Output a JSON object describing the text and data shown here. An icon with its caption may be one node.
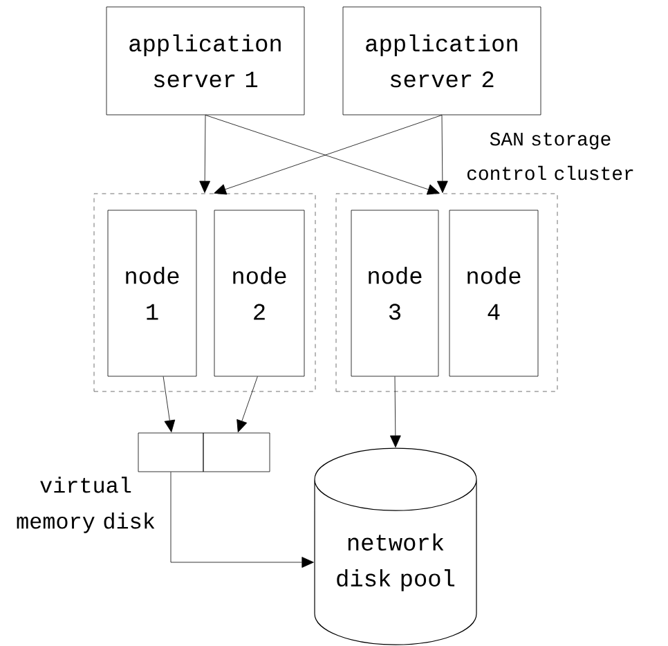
{
  "diagram": {
    "nodes": [
      {
        "text": [
          "application server 1"
        ]
      },
      {
        "text": [
          "application server 2"
        ]
      },
      {
        "text": [],
        "shape": "box"
      },
      {
        "text": [
          "node 1"
        ],
        "in": 2
      },
      {
        "text": [
          "node 2"
        ],
        "in": 2
      },
      {
        "text": [],
        "shape": "box"
      },
      {
        "text": [
          "node 3"
        ],
        "in": 5
      },
      {
        "text": [
          "node 4"
        ],
        "in": 5
      },
      {
        "text": [],
        "shape": "box"
      },
      {
        "text": [],
        "shape": "box"
      },
      {
        "text": [
          "network disk pool"
        ]
      }
    ],
    "edges": [
      {
        "from": 0,
        "to": 2,
        "arrow": "to"
      },
      {
        "from": 1,
        "to": 2,
        "arrow": "to"
      },
      {
        "from": 0,
        "to": 5,
        "arrow": "to"
      },
      {
        "from": 1,
        "to": 5,
        "arrow": "to"
      },
      {
        "from": 3,
        "to": 8,
        "arrow": "to"
      },
      {
        "from": 4,
        "to": 9,
        "arrow": "to"
      },
      {
        "from": 6,
        "to": 10,
        "arrow": "to"
      },
      {
        "from": 8,
        "to": 10,
        "arrow": "to"
      }
    ],
    "labels": [
      "SAN storage control cluster",
      "virtual memory disk"
    ]
  }
}
